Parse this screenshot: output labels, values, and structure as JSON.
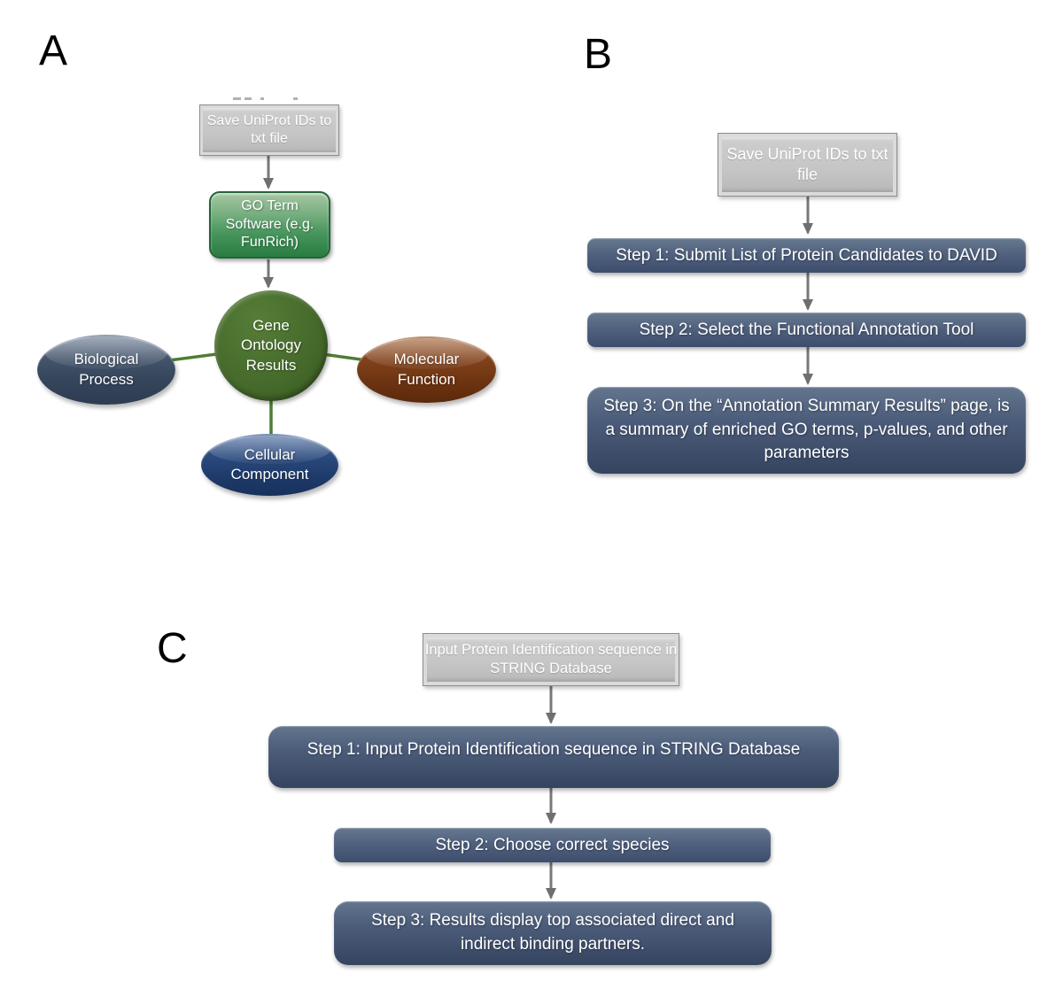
{
  "panels": {
    "a": {
      "label": "A",
      "source_box": "Save UniProt IDs to txt file",
      "software_box": "GO Term Software (e.g. FunRich)",
      "center_node": "Gene Ontology Results",
      "satellite_left": "Biological Process",
      "satellite_right": "Molecular Function",
      "satellite_bottom": "Cellular Component"
    },
    "b": {
      "label": "B",
      "source_box": "Save UniProt IDs to txt file",
      "steps": [
        "Step 1: Submit List of Protein Candidates to DAVID",
        "Step 2: Select the Functional Annotation Tool",
        "Step 3: On the “Annotation Summary Results” page, is a summary of enriched GO terms, p-values, and other parameters"
      ]
    },
    "c": {
      "label": "C",
      "source_box": "Input Protein Identification sequence in STRING Database",
      "steps": [
        "Step 1: Input Protein Identification sequence in STRING Database",
        "Step 2: Choose correct species",
        "Step 3: Results display top associated direct and indirect binding partners."
      ]
    }
  },
  "colors": {
    "step_bar_blue": "#4b5c7b",
    "gray_source_box": "#c4c4c4",
    "green_software_box": "#3f8f53",
    "go_circle_green": "#436628",
    "biological_process_slate": "#3d4d63",
    "molecular_function_brown": "#7b3a17",
    "cellular_component_navy": "#24426e",
    "arrow_gray": "#787878",
    "connector_green": "#4e7d32"
  }
}
